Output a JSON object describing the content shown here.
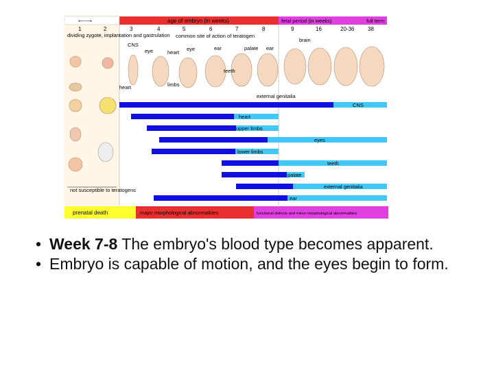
{
  "figure": {
    "header": {
      "embryo_label": "age of embryo (in weeks)",
      "fetal_label": "fetal period (in weeks)",
      "full_term": "full term",
      "weeks": [
        "1",
        "2",
        "3",
        "4",
        "5",
        "6",
        "7",
        "8",
        "9",
        "16",
        "20-36",
        "38"
      ]
    },
    "left_annotations": {
      "top": "dividing zygote, implantation and gastrulation",
      "bottom": "not susceptible to teratogens"
    },
    "illustration_labels": {
      "common_sites": "common site of action of teratogen",
      "cns": "CNS",
      "heart": "heart",
      "heart2": "heart",
      "eye": "eye",
      "eye2": "eye",
      "ear": "ear",
      "palate": "palate",
      "ear2": "ear",
      "brain": "brain",
      "limbs": "limbs",
      "teeth": "teeth",
      "external_genitalia": "external genitalia"
    },
    "organs": [
      {
        "name": "CNS"
      },
      {
        "name": "heart"
      },
      {
        "name": "upper limbs"
      },
      {
        "name": "eyes"
      },
      {
        "name": "lower limbs"
      },
      {
        "name": "teeth"
      },
      {
        "name": "palate"
      },
      {
        "name": "external genitalia"
      },
      {
        "name": "ear"
      }
    ],
    "footer": {
      "prenatal_death": "prenatal death",
      "major": "major morphological abnormalities",
      "functional": "functional defects and minor morphological abnormalities"
    },
    "colors": {
      "header_red": "#e83030",
      "header_magenta": "#e040e0",
      "bar_dark": "#1010e0",
      "bar_light": "#40c8f8",
      "footer_yellow": "#ffff30",
      "footer_red": "#e83030",
      "footer_magenta": "#e040e0"
    }
  },
  "bullets": [
    {
      "bold": "Week 7-8",
      "text": " The embryo's blood type becomes apparent."
    },
    {
      "bold": "",
      "text": "Embryo is capable of motion, and the eyes begin to form."
    }
  ]
}
